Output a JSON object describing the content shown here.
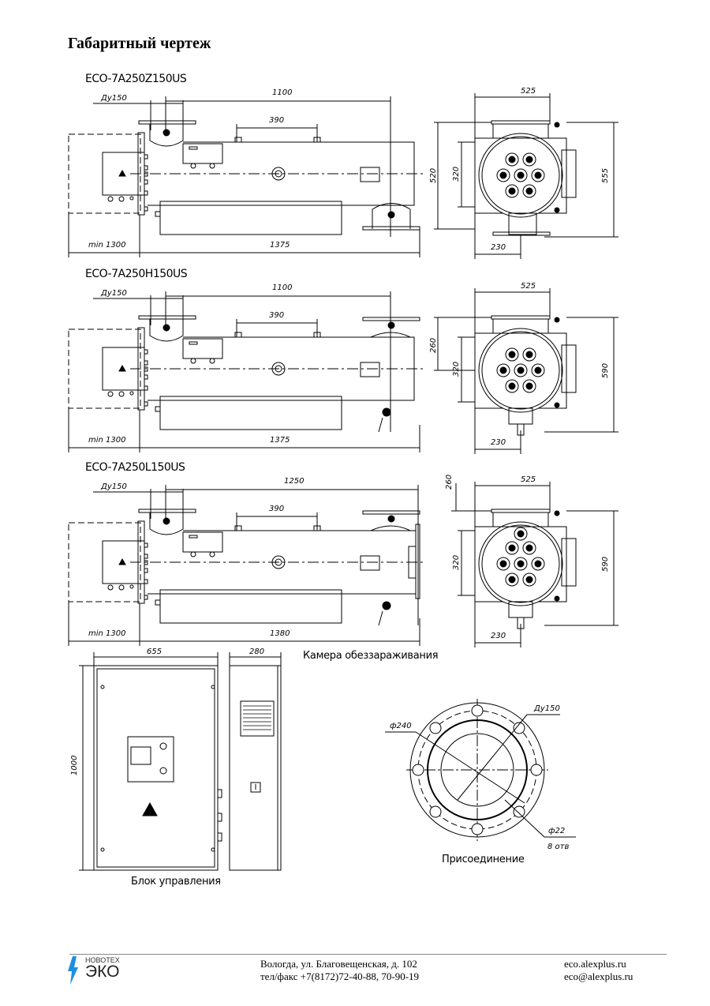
{
  "heading": "Габаритный чертеж",
  "rows": [
    {
      "model": "ECO-7A250Z150US",
      "dn": "Ду150",
      "len_top": "1100",
      "lug": "390",
      "min": "min 1300",
      "len": "1375",
      "h_left": "520",
      "h_mid": "320",
      "w_top": "525",
      "h_right": "555",
      "w_bottom": "230"
    },
    {
      "model": "ECO-7A250H150US",
      "dn": "Ду150",
      "len_top": "1100",
      "lug": "390",
      "min": "min 1300",
      "len": "1375",
      "h_left": "260",
      "h_mid": "320",
      "w_top": "525",
      "h_right": "590",
      "w_bottom": "230"
    },
    {
      "model": "ECO-7A250L150US",
      "dn": "Ду150",
      "len_top": "1250",
      "lug": "390",
      "min": "min 1300",
      "len": "1380",
      "h_left": "260",
      "h_mid": "320",
      "w_top": "525",
      "h_right": "590",
      "w_bottom": "230"
    }
  ],
  "control_unit": {
    "width": "655",
    "depth": "280",
    "height": "1000",
    "label": "Блок управления"
  },
  "chamber_label": "Камера обеззараживания",
  "connection": {
    "label": "Присоединение",
    "pcd": "ф240",
    "dn": "Ду150",
    "hole": "ф22",
    "holes": "8 отв"
  },
  "footer": {
    "logo_small": "НОВОТЕХ",
    "logo_big": "ЭКО",
    "address": "Вологда, ул. Благовещенская, д. 102",
    "phone": "тел/факс +7(8172)72-40-88, 70-90-19",
    "site": "eco.alexplus.ru",
    "email": "eco@alexplus.ru"
  },
  "colors": {
    "logo_blue": "#1e90e0"
  }
}
